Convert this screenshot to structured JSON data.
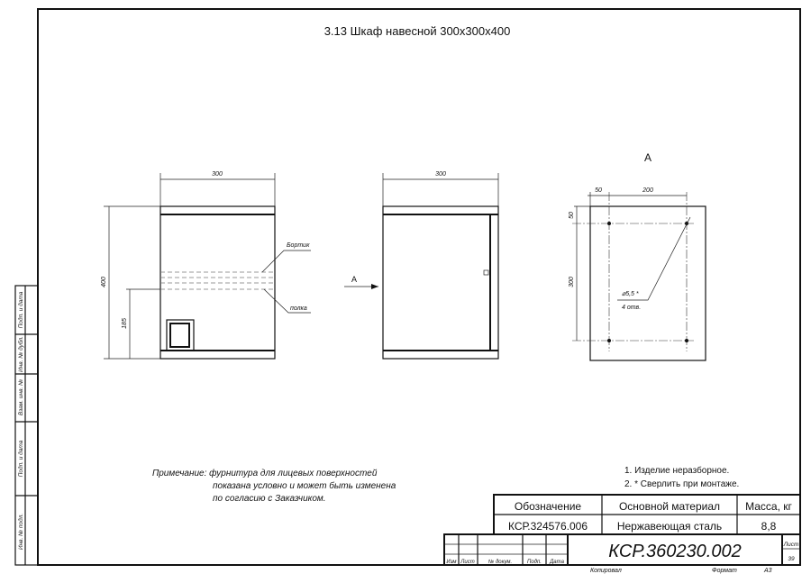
{
  "title": "3.13 Шкаф навесной 300x300x400",
  "left_view": {
    "width_dim": "300",
    "height_dim": "400",
    "shelf_dim": "185",
    "label_rim": "Бортик",
    "label_shelf": "полка"
  },
  "middle_view": {
    "width_dim": "300",
    "view_arrow": "A"
  },
  "view_a": {
    "title": "A",
    "dim_edge_x": "50",
    "dim_span_x": "200",
    "dim_edge_y": "50",
    "dim_span_y": "300",
    "hole_note": "⌀5,5 *",
    "hole_count": "4 отв."
  },
  "note": {
    "line1": "Примечание: фурнитура для лицевых поверхностей",
    "line2": "показана условно и может быть изменена",
    "line3": "по согласию с Заказчиком."
  },
  "remarks": [
    "1. Изделие неразборное.",
    "2. * Сверлить при монтаже."
  ],
  "spec_table": {
    "headers": [
      "Обозначение",
      "Основной материал",
      "Масса, кг"
    ],
    "values": [
      "КСР.324576.006",
      "Нержавеющая сталь",
      "8,8"
    ]
  },
  "title_block": {
    "doc_code": "КСР.360230.002",
    "sheet_label": "Лист",
    "sheet_number": "39",
    "columns": [
      "Изм",
      "Лист",
      "№ докум.",
      "Подп.",
      "Дата"
    ],
    "copied": "Копировал",
    "format_label": "Формат",
    "format_value": "А3"
  },
  "side_stamp": [
    "Подп. и дата",
    "Инв. № дубл.",
    "Взам. инв. №",
    "Подп. и дата",
    "Инв. № подл."
  ]
}
